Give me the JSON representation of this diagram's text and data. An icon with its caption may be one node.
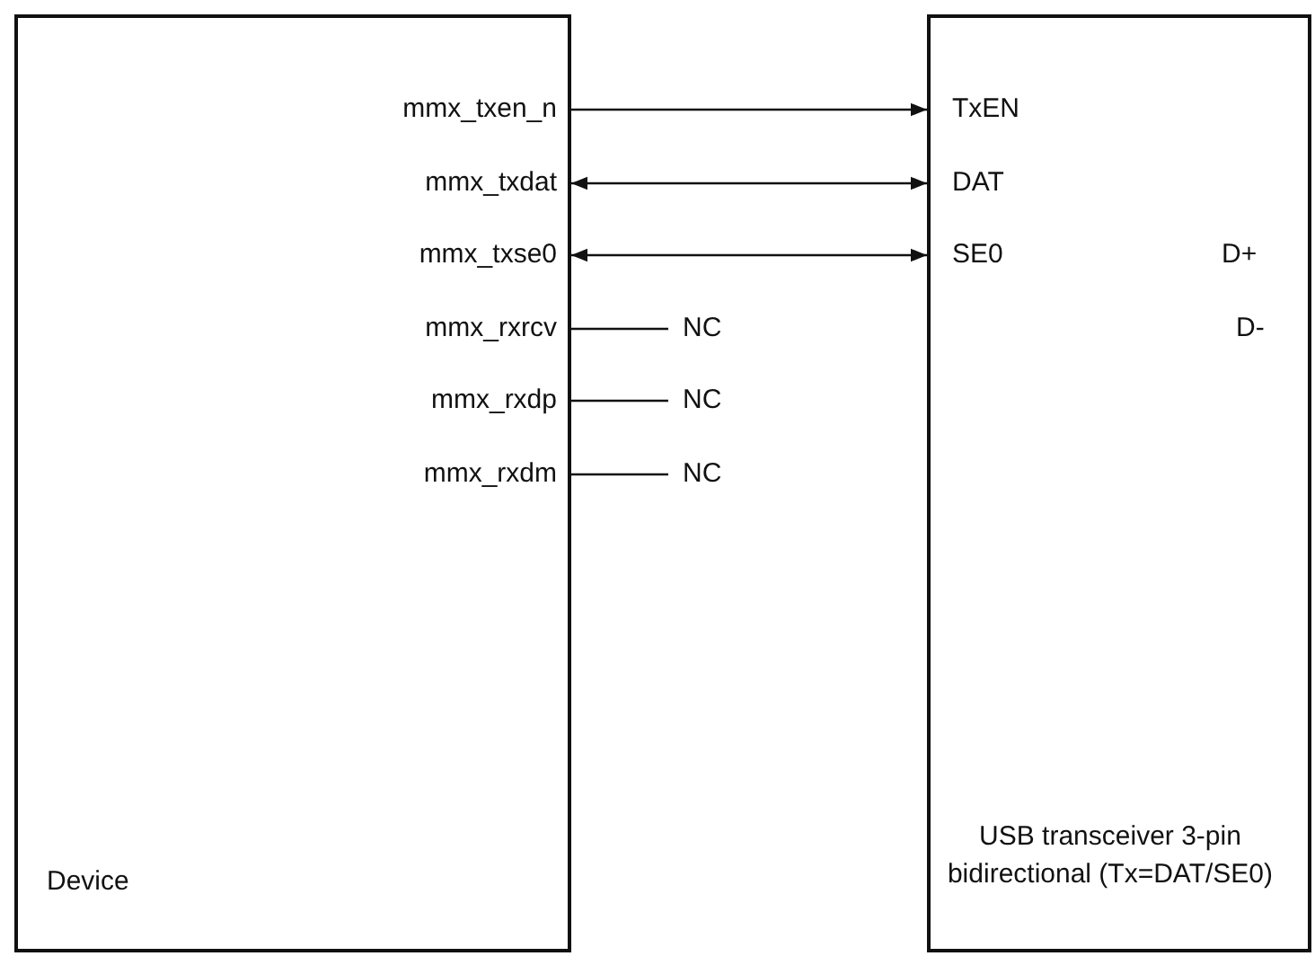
{
  "diagram": {
    "nodes": [
      {
        "text": [
          "Device"
        ]
      },
      {
        "text": [
          "mmx_txen_n"
        ],
        "in": 0
      },
      {
        "text": [
          "mmx_txdat"
        ],
        "in": 0
      },
      {
        "text": [
          "mmx_txse0"
        ],
        "in": 0
      },
      {
        "text": [
          "mmx_rxrcv"
        ],
        "in": 0
      },
      {
        "text": [
          "mmx_rxdp"
        ],
        "in": 0
      },
      {
        "text": [
          "mmx_rxdm"
        ],
        "in": 0
      },
      {
        "text": [
          "NC"
        ]
      },
      {
        "text": [
          "NC"
        ]
      },
      {
        "text": [
          "NC"
        ]
      },
      {
        "text": [
          "USB transceiver 3-pin bidirectional (Tx=DAT/SE0)"
        ]
      },
      {
        "text": [
          "TxEN"
        ],
        "in": 10
      },
      {
        "text": [
          "DAT"
        ],
        "in": 10
      },
      {
        "text": [
          "SE0"
        ],
        "in": 10
      },
      {
        "text": [
          "D+"
        ],
        "in": 10
      },
      {
        "text": [
          "D-"
        ],
        "in": 10
      }
    ],
    "edges": [
      {
        "from": 1,
        "to": 11,
        "arrow": "to"
      },
      {
        "from": 2,
        "to": 12,
        "arrow": "both"
      },
      {
        "from": 3,
        "to": 13,
        "arrow": "both"
      },
      {
        "from": 4,
        "to": 7,
        "arrow": "none"
      },
      {
        "from": 5,
        "to": 8,
        "arrow": "none"
      },
      {
        "from": 6,
        "to": 9,
        "arrow": "none"
      }
    ]
  }
}
